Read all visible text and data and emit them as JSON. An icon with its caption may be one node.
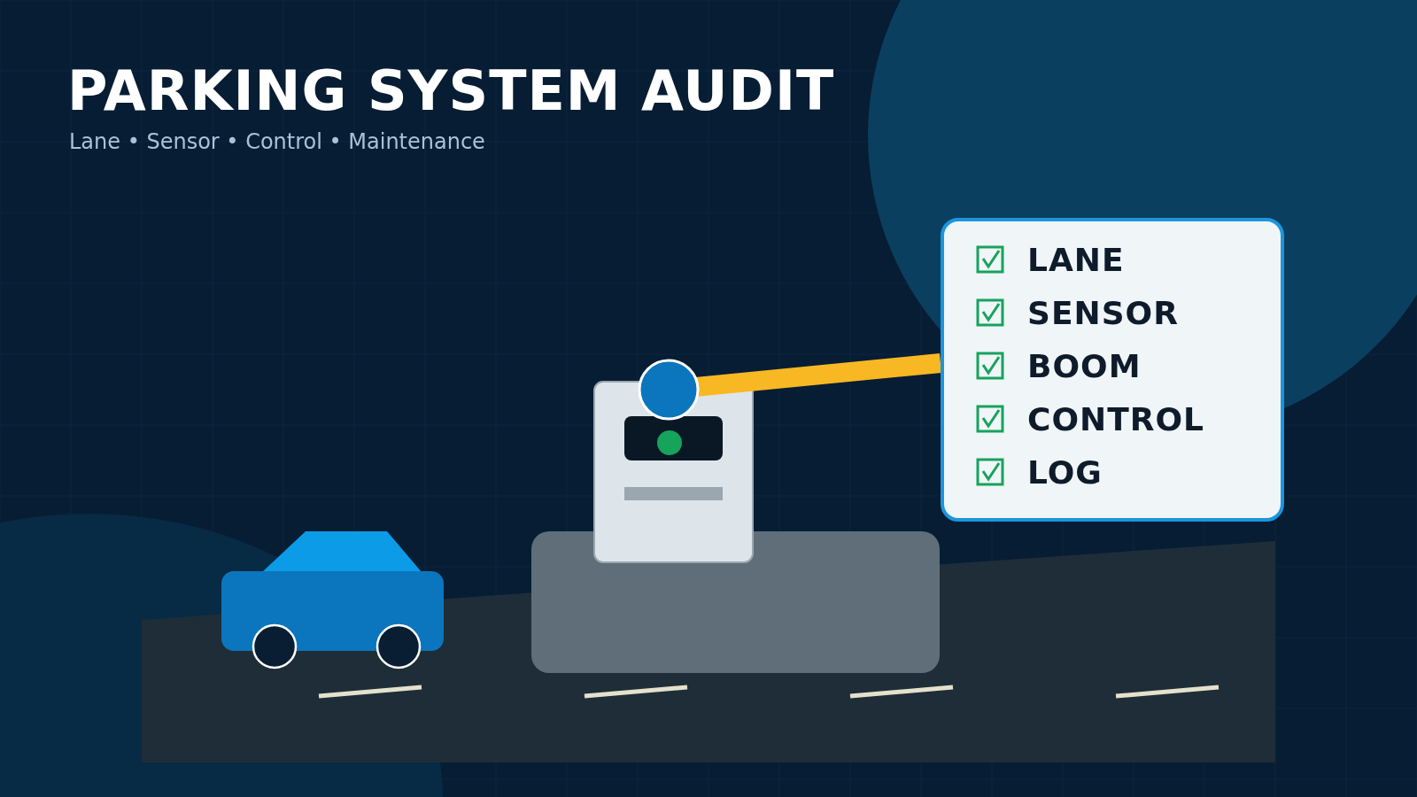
{
  "diagram": {
    "title": "PARKING SYSTEM AUDIT",
    "nodes": [
      {
        "text": [
          "LANE",
          "SENSOR",
          "BOOM",
          "CONTROL",
          "LOG"
        ]
      }
    ],
    "labels": [
      "Lane • Sensor • Control • Maintenance"
    ]
  }
}
